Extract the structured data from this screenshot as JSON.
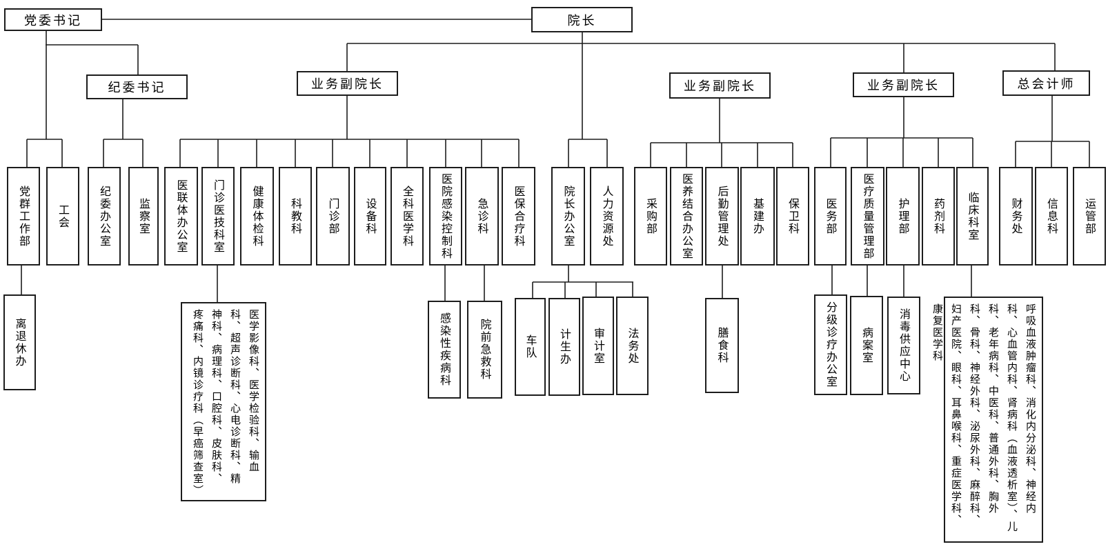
{
  "diagram_type": "hospital-organization-chart",
  "colors": {
    "line": "#1c1c1c",
    "box_border": "#1c1c1c",
    "box_fill": "#ffffff",
    "text": "#000000"
  },
  "nodes": {
    "party_secretary": "党委书记",
    "president": "院长",
    "discipline_secretary": "纪委书记",
    "vp_medical_1": "业务副院长",
    "vp_medical_2": "业务副院长",
    "vp_medical_3": "业务副院长",
    "chief_accountant": "总会计师",
    "party_mass_work": "党群工作部",
    "labor_union": "工会",
    "discipline_office": "纪委办公室",
    "supervision_office": "监察室",
    "medical_alliance_office": "医联体办公室",
    "outpatient_medtech": "门诊医技科室",
    "health_checkup": "健康体检科",
    "science_education": "科教科",
    "outpatient_dept": "门诊部",
    "equipment": "设备科",
    "general_medicine": "全科医学科",
    "infection_control": "医院感染控制科",
    "emergency": "急诊科",
    "medical_insurance": "医保合疗科",
    "president_office": "院长办公室",
    "human_resources": "人力资源处",
    "procurement": "采购部",
    "medical_elderly_care_office": "医养结合办公室",
    "logistics": "后勤管理处",
    "infrastructure": "基建办",
    "security": "保卫科",
    "medical_affairs": "医务部",
    "quality_management": "医疗质量管理部",
    "nursing": "护理部",
    "pharmacy": "药剂科",
    "clinical_depts": "临床科室",
    "finance": "财务处",
    "information": "信息科",
    "operations": "运管部",
    "retirement_office": "离退休办",
    "medtech_detail": "医学影像科、医学检验科、输血科、超声诊断科、心电诊断科、精神科、病理科、口腔科、皮肤科、疼痛科、内镜诊疗科（早癌筛查室）",
    "infectious_disease": "感染性疾病科",
    "prehospital_emergency": "院前急救科",
    "motorcade": "车队",
    "family_planning": "计生办",
    "audit_office": "审计室",
    "legal_office": "法务处",
    "catering": "膳食科",
    "hierarchical_diagnosis_office": "分级诊疗办公室",
    "medical_records": "病案室",
    "disinfection_supply": "消毒供应中心",
    "clinical_detail": "呼吸血液肿瘤科、消化内分泌科、神经内科、心血管内科、肾病科（血液透析室）、儿科、老年病科、中医科、普通外科、胸外科、骨科、神经外科、泌尿外科、麻醉科、妇产医院、眼科、耳鼻喉科、重症医学科、康复医学科"
  },
  "hierarchy": {
    "party_secretary": [
      "discipline_secretary",
      "party_mass_work",
      "labor_union"
    ],
    "discipline_secretary": [
      "discipline_office",
      "supervision_office"
    ],
    "president": [
      "vp_medical_1",
      "vp_medical_2",
      "vp_medical_3",
      "chief_accountant",
      "president_office",
      "human_resources"
    ],
    "vp_medical_1": [
      "medical_alliance_office",
      "outpatient_medtech",
      "health_checkup",
      "science_education",
      "outpatient_dept",
      "equipment",
      "general_medicine",
      "infection_control",
      "emergency",
      "medical_insurance"
    ],
    "vp_medical_2": [
      "procurement",
      "medical_elderly_care_office",
      "logistics",
      "infrastructure",
      "security"
    ],
    "vp_medical_3": [
      "medical_affairs",
      "quality_management",
      "nursing",
      "pharmacy",
      "clinical_depts"
    ],
    "chief_accountant": [
      "finance",
      "information",
      "operations"
    ],
    "party_mass_work": [
      "retirement_office"
    ],
    "outpatient_medtech": [
      "medtech_detail"
    ],
    "infection_control": [
      "infectious_disease"
    ],
    "emergency": [
      "prehospital_emergency"
    ],
    "president_office": [
      "motorcade",
      "family_planning",
      "audit_office",
      "legal_office"
    ],
    "logistics": [
      "catering"
    ],
    "medical_affairs": [
      "hierarchical_diagnosis_office"
    ],
    "quality_management": [
      "medical_records"
    ],
    "nursing": [
      "disinfection_supply"
    ],
    "clinical_depts": [
      "clinical_detail"
    ]
  }
}
